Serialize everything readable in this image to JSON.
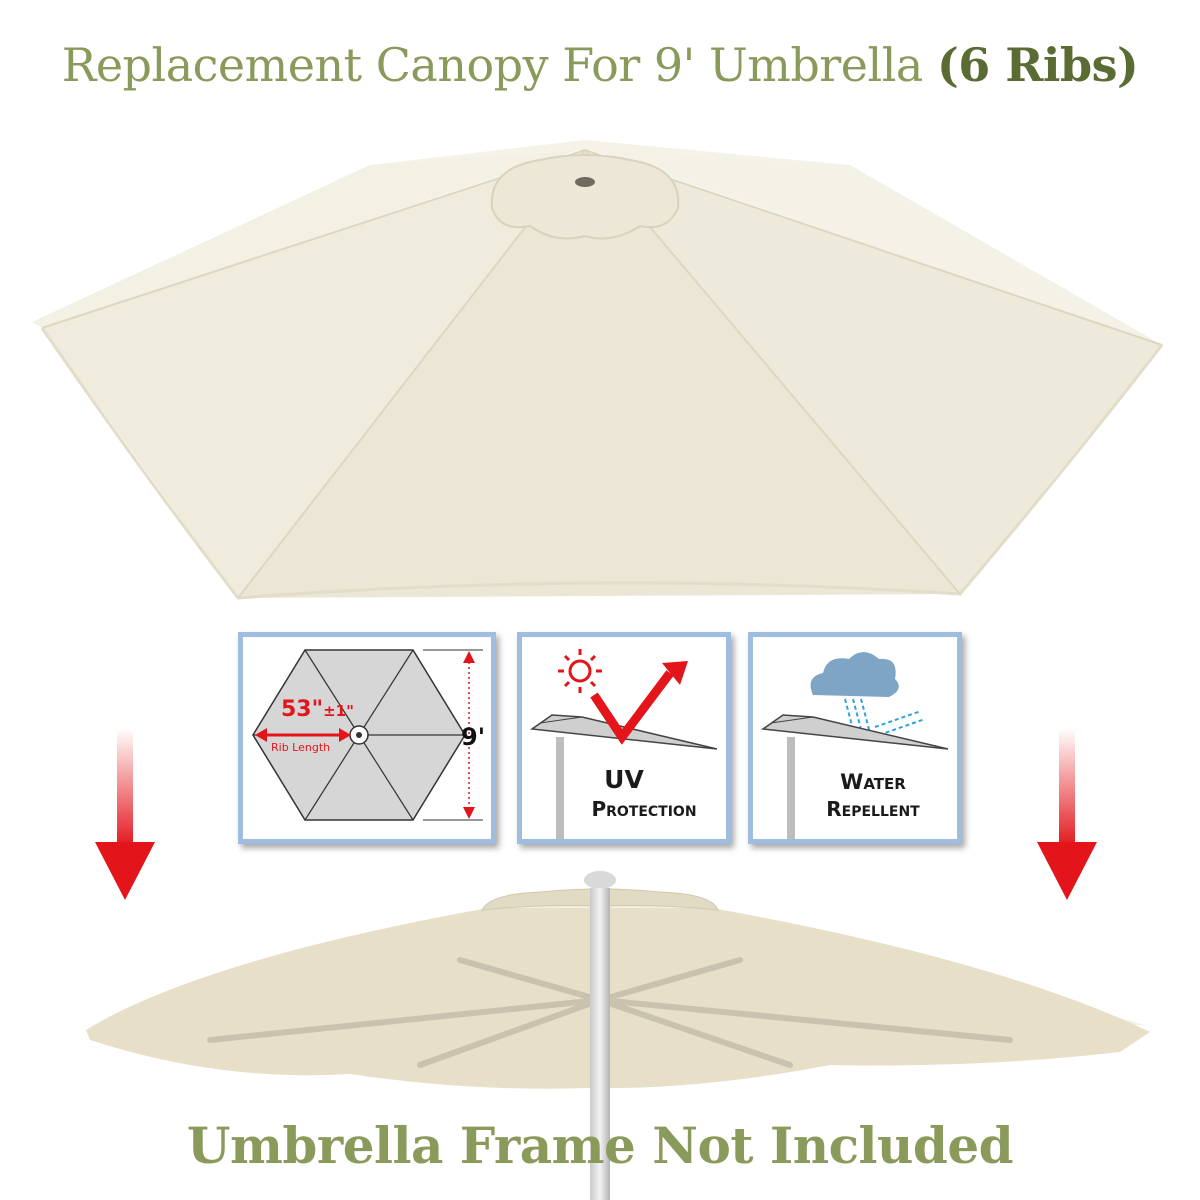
{
  "header": {
    "title_main": "Replacement Canopy For 9' Umbrella",
    "title_ribs": "(6 Ribs)"
  },
  "badges": {
    "dimension": {
      "rib_length_value": "53\"",
      "rib_length_tolerance": "±1\"",
      "rib_length_label": "Rib Length",
      "diameter_label": "9'"
    },
    "uv": {
      "line1": "UV",
      "line2": "Protection"
    },
    "water": {
      "line1": "Water",
      "line2": "Repellent"
    }
  },
  "footer": {
    "text": "Umbrella Frame Not Included"
  },
  "colors": {
    "title": "#8a9a5b",
    "title_emphasis": "#5a6b34",
    "canopy": "#f1ede0",
    "arrow": "#e3151b",
    "badge_border": "#9fbddf"
  }
}
